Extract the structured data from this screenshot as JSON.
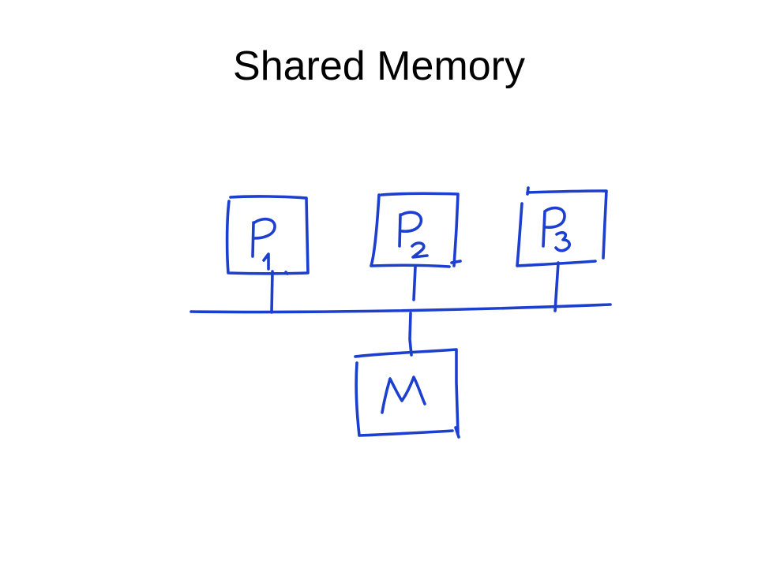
{
  "slide": {
    "title": "Shared Memory"
  },
  "diagram": {
    "ink_color": "#1c3fd0",
    "processors": [
      {
        "label": "P",
        "subscript": "1"
      },
      {
        "label": "P",
        "subscript": "2"
      },
      {
        "label": "P",
        "subscript": "3"
      }
    ],
    "memory": {
      "label": "M"
    },
    "bus": {
      "connects": [
        "P1",
        "P2",
        "P3",
        "M"
      ]
    }
  }
}
